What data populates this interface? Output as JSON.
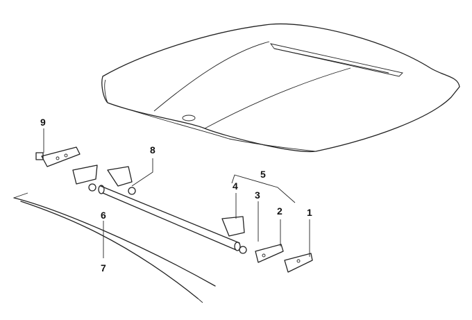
{
  "diagram": {
    "title": "Hood assembly exploded view",
    "callouts": [
      {
        "id": "callout-1",
        "text": "1"
      },
      {
        "id": "callout-2",
        "text": "2"
      },
      {
        "id": "callout-3",
        "text": "3"
      },
      {
        "id": "callout-4",
        "text": "4"
      },
      {
        "id": "callout-5",
        "text": "5"
      },
      {
        "id": "callout-6",
        "text": "6"
      },
      {
        "id": "callout-7",
        "text": "7"
      },
      {
        "id": "callout-8",
        "text": "8"
      },
      {
        "id": "callout-9",
        "text": "9"
      }
    ]
  }
}
